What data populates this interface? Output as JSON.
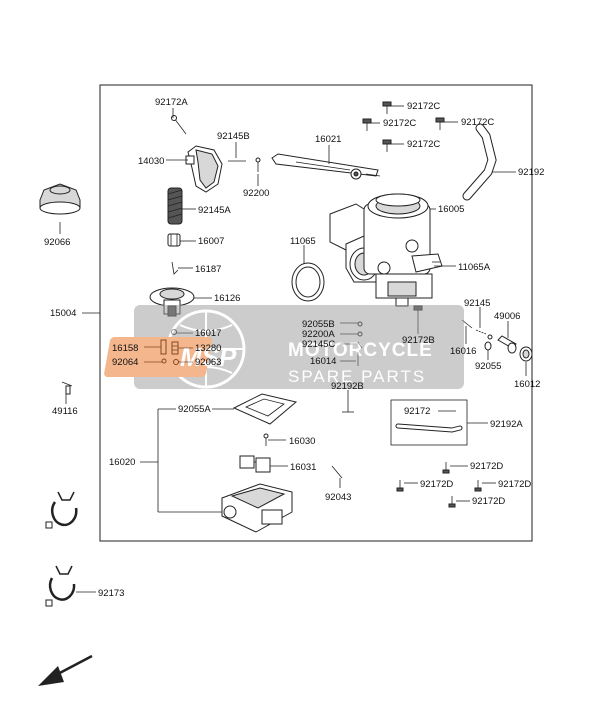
{
  "labels": {
    "p92172A": "92172A",
    "p92145B": "92145B",
    "p14030": "14030",
    "p92200": "92200",
    "p16021": "16021",
    "p92172C_1": "92172C",
    "p92172C_2": "92172C",
    "p92172C_3": "92172C",
    "p92172C_4": "92172C",
    "p92192": "92192",
    "p92145A": "92145A",
    "p16005": "16005",
    "p92066": "92066",
    "p16007": "16007",
    "p11065": "11065",
    "p11065A": "11065A",
    "p16187": "16187",
    "p16126": "16126",
    "p15004": "15004",
    "p92145": "92145",
    "p49006": "49006",
    "p16017": "16017",
    "p92055B": "92055B",
    "p92200A": "92200A",
    "p92145C": "92145C",
    "p92172B": "92172B",
    "p16158": "16158",
    "p13280": "13280",
    "p16016": "16016",
    "p92064": "92064",
    "p92063": "92063",
    "p16014": "16014",
    "p92055": "92055",
    "p16012": "16012",
    "p49116": "49116",
    "p92192B": "92192B",
    "p92055A": "92055A",
    "p92172": "92172",
    "p92192A": "92192A",
    "p16030": "16030",
    "p16020": "16020",
    "p16031": "16031",
    "p92172D_1": "92172D",
    "p92172D_2": "92172D",
    "p92172D_3": "92172D",
    "p92172D_4": "92172D",
    "p92043": "92043",
    "p92173": "92173"
  },
  "watermark": {
    "logo": "MSP",
    "line1": "MOTORCYCLE",
    "line2": "SPARE PARTS"
  }
}
